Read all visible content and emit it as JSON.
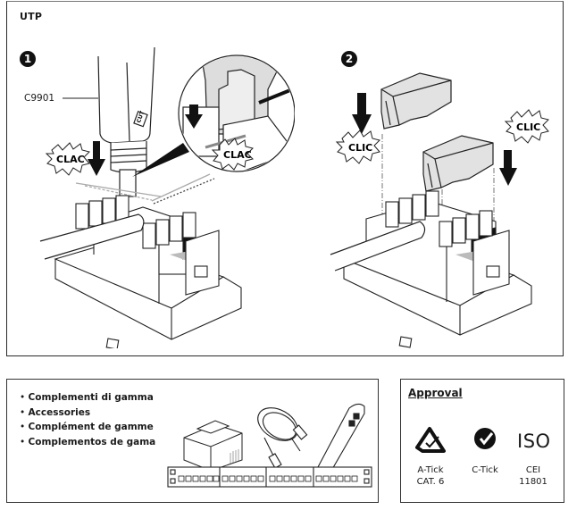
{
  "document": {
    "section_title": "UTP",
    "steps": [
      {
        "number": "1",
        "tool_label": "C9901",
        "tool_marking": "CUT",
        "sound_labels": [
          "CLAC",
          "CLAC"
        ]
      },
      {
        "number": "2",
        "sound_labels": [
          "CLIC",
          "CLIC"
        ]
      }
    ]
  },
  "accessories": {
    "items": [
      "Complementi di gamma",
      "Accessories",
      "Complément de gamme",
      "Complementos de gama"
    ],
    "illustrations": [
      "rj45-plug",
      "patch-cord",
      "punch-down-tool",
      "patch-panel"
    ]
  },
  "approval": {
    "title": "Approval",
    "items": [
      {
        "symbol": "a-tick",
        "line1": "A-Tick",
        "line2": "CAT. 6"
      },
      {
        "symbol": "c-tick",
        "line1": "C-Tick",
        "line2": ""
      },
      {
        "symbol": "ISO",
        "line1": "CEI",
        "line2": "11801"
      }
    ]
  }
}
